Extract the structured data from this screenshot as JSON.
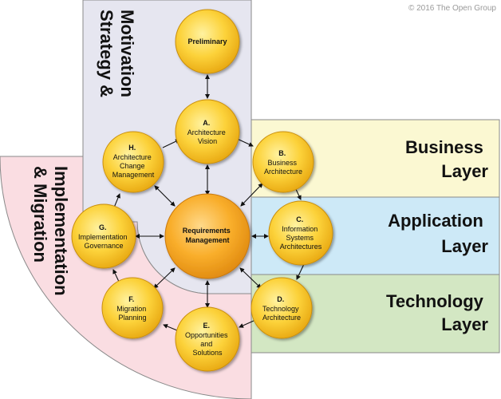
{
  "copyright": "© 2016 The Open Group",
  "side_labels": {
    "strategy": [
      "Strategy &",
      "Motivation"
    ],
    "implementation": [
      "Implementation",
      "& Migration"
    ]
  },
  "layers": {
    "business": [
      "Business",
      "Layer"
    ],
    "application": [
      "Application",
      "Layer"
    ],
    "technology": [
      "Technology",
      "Layer"
    ]
  },
  "nodes": {
    "preliminary": {
      "lines": [
        "Preliminary"
      ]
    },
    "a": {
      "letter": "A.",
      "lines": [
        "Architecture",
        "Vision"
      ]
    },
    "b": {
      "letter": "B.",
      "lines": [
        "Business",
        "Architecture"
      ]
    },
    "c": {
      "letter": "C.",
      "lines": [
        "Information",
        "Systems",
        "Architectures"
      ]
    },
    "d": {
      "letter": "D.",
      "lines": [
        "Technology",
        "Architecture"
      ]
    },
    "e": {
      "letter": "E.",
      "lines": [
        "Opportunities",
        "and",
        "Solutions"
      ]
    },
    "f": {
      "letter": "F.",
      "lines": [
        "Migration",
        "Planning"
      ]
    },
    "g": {
      "letter": "G.",
      "lines": [
        "Implementation",
        "Governance"
      ]
    },
    "h": {
      "letter": "H.",
      "lines": [
        "Architecture",
        "Change",
        "Management"
      ]
    },
    "req": {
      "lines": [
        "Requirements",
        "Management"
      ]
    }
  },
  "colors": {
    "strategy_bg": "#e6e6f0",
    "implementation_bg": "#fadde2",
    "business_bg": "#fbf8d2",
    "application_bg": "#cde9f7",
    "technology_bg": "#d3e7c3",
    "node_fill": "#fcd23a",
    "node_center_fill": "#f9ae2b"
  }
}
